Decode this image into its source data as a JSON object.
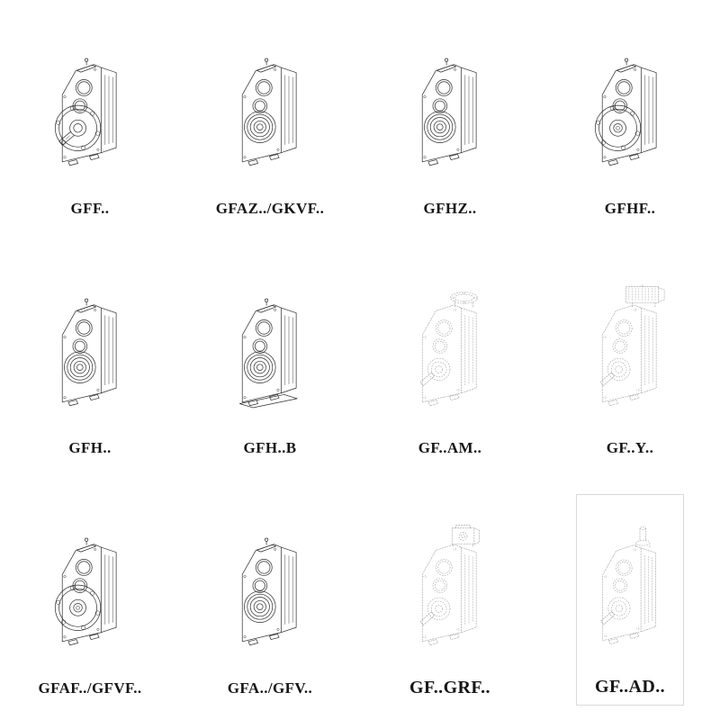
{
  "colors": {
    "background": "#ffffff",
    "line_solid": "#2b2b2b",
    "line_dashed": "#9b9b9b",
    "label_text": "#161616"
  },
  "catalog": {
    "description": "gear-reducer-model-catalog",
    "items": [
      {
        "label": "GFF..",
        "variant": "flange-shaft",
        "style": "solid"
      },
      {
        "label": "GFAZ../GKVF..",
        "variant": "hollow-hub",
        "style": "solid"
      },
      {
        "label": "GFHZ..",
        "variant": "hollow-hub",
        "style": "solid"
      },
      {
        "label": "GFHF..",
        "variant": "flange",
        "style": "solid"
      },
      {
        "label": "GFH..",
        "variant": "hollow-hub",
        "style": "solid"
      },
      {
        "label": "GFH..B",
        "variant": "hollow-hub-base",
        "style": "solid"
      },
      {
        "label": "GF..AM..",
        "variant": "top-flange-adapter",
        "style": "dashed"
      },
      {
        "label": "GF..Y..",
        "variant": "top-motor",
        "style": "dashed"
      },
      {
        "label": "GFAF../GFVF..",
        "variant": "flange",
        "style": "solid"
      },
      {
        "label": "GFA../GFV..",
        "variant": "hollow-hub",
        "style": "solid"
      },
      {
        "label": "GF..GRF..",
        "variant": "top-adapter-block",
        "style": "dashed"
      },
      {
        "label": "GF..AD..",
        "variant": "top-input-shaft",
        "style": "dashed"
      }
    ]
  }
}
